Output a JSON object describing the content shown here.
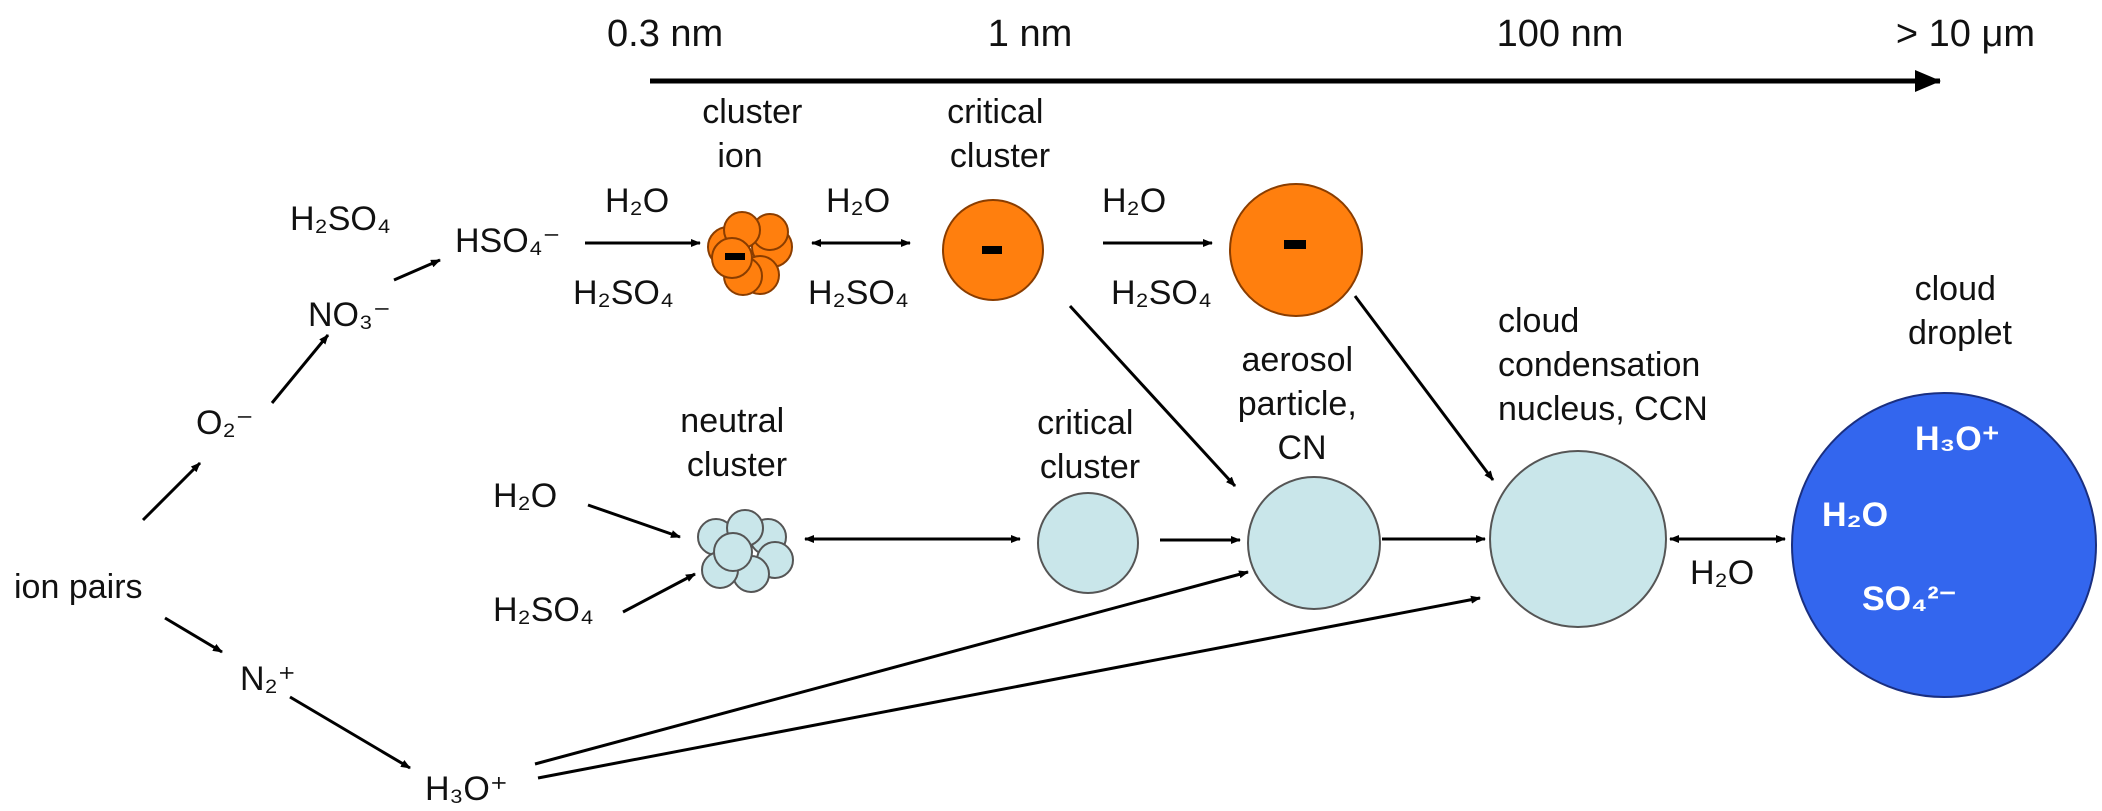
{
  "scale": {
    "ticks": [
      "0.3 nm",
      "1 nm",
      "100 nm",
      "> 10 μm"
    ]
  },
  "labels": {
    "ion_pairs": "ion pairs",
    "o2_minus": "O₂⁻",
    "no3_minus": "NO₃⁻",
    "h2so4_top": "H₂SO₄",
    "hso4_minus": "HSO₄⁻",
    "n2_plus": "N₂⁺",
    "h3o_plus": "H₃O⁺",
    "cluster_ion": [
      "cluster",
      "ion"
    ],
    "critical_cluster_top": [
      "critical",
      "cluster"
    ],
    "neutral_cluster": [
      "neutral",
      "cluster"
    ],
    "critical_cluster_bottom": [
      "critical",
      "cluster"
    ],
    "aerosol_particle": [
      "aerosol",
      "particle,",
      "CN"
    ],
    "ccn": [
      "cloud",
      "condensation",
      "nucleus, CCN"
    ],
    "cloud_droplet": [
      "cloud",
      "droplet"
    ],
    "h2o": "H₂O",
    "h2so4": "H₂SO₄",
    "minus_sign": "-",
    "droplet_h3o": "H₃O⁺",
    "droplet_h2o": "H₂O",
    "droplet_so4": "SO₄²⁻"
  },
  "colors": {
    "orange_fill": "#ff7f0e",
    "orange_stroke": "#8a3d00",
    "pale_fill": "#c9e6ea",
    "pale_stroke": "#555555",
    "droplet_fill": "#3366ee",
    "droplet_stroke": "#1a2f80"
  }
}
